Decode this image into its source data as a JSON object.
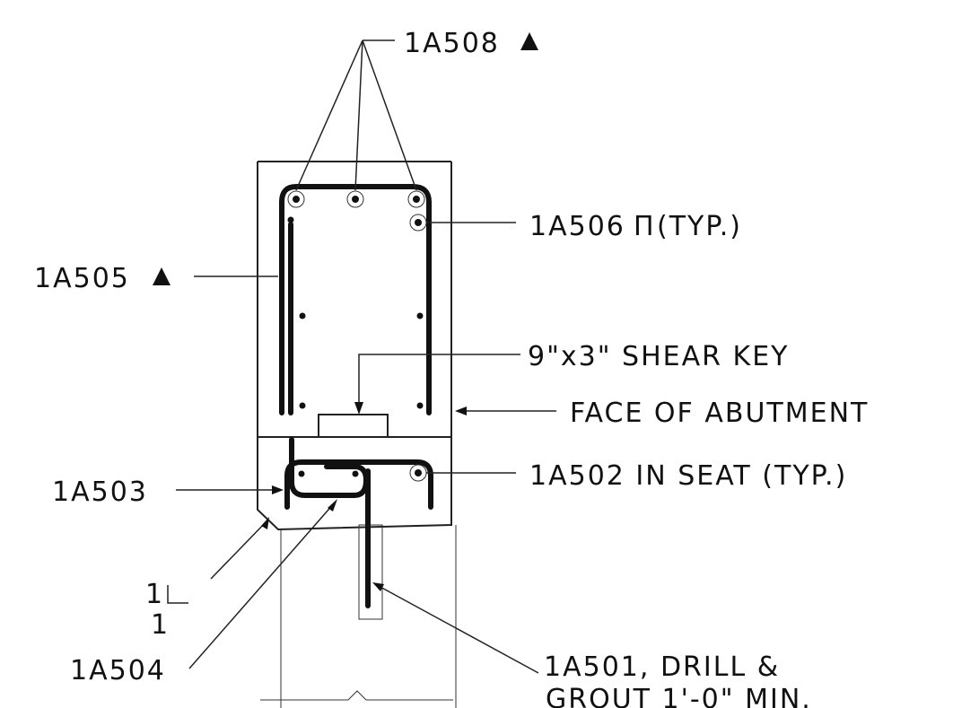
{
  "labels": {
    "l1a508": "1A508",
    "l1a506": "1A506",
    "l1a506_suffix": "(TYP.)",
    "l1a505": "1A505",
    "shear_key": "9\"x3\" SHEAR KEY",
    "face_of_abutment": "FACE OF ABUTMENT",
    "l1a503": "1A503",
    "l1a502": "1A502 IN SEAT (TYP.)",
    "slope_top": "1",
    "slope_bottom": "1",
    "l1a504": "1A504",
    "l1a501_line1": "1A501, DRILL &",
    "l1a501_line2": "GROUT 1'-0\" MIN."
  },
  "symbols": {
    "triangle_marker": "filled-triangle",
    "pi_marker": "Π"
  },
  "colors": {
    "ink": "#111111",
    "background": "#ffffff"
  }
}
